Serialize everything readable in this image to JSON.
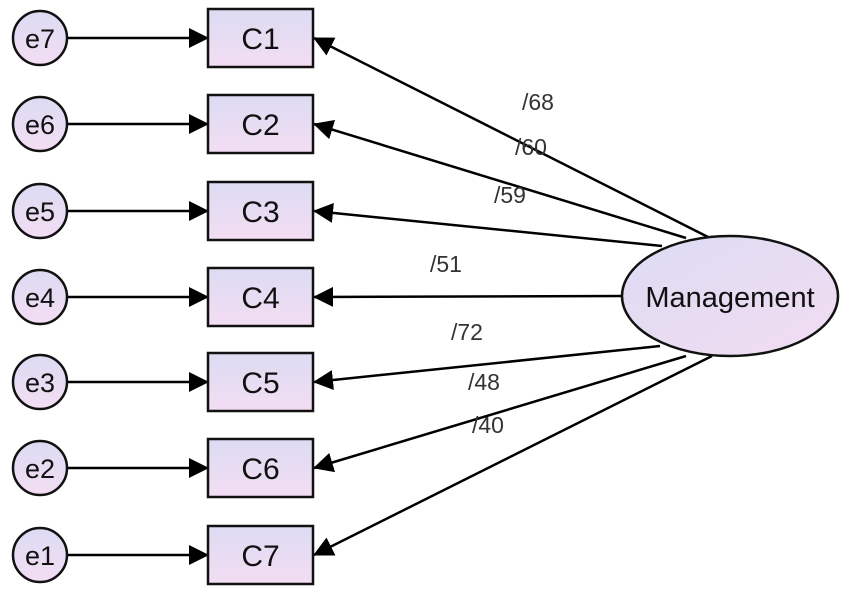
{
  "latent": {
    "label": "Management"
  },
  "indicators": [
    {
      "label": "C1",
      "error": "e7",
      "loading": "/68"
    },
    {
      "label": "C2",
      "error": "e6",
      "loading": "/60"
    },
    {
      "label": "C3",
      "error": "e5",
      "loading": "/59"
    },
    {
      "label": "C4",
      "error": "e4",
      "loading": "/51"
    },
    {
      "label": "C5",
      "error": "e3",
      "loading": "/72"
    },
    {
      "label": "C6",
      "error": "e2",
      "loading": "/48"
    },
    {
      "label": "C7",
      "error": "e1",
      "loading": "/40"
    }
  ],
  "colors": {
    "fill_top": "#d9d9f2",
    "fill_bottom": "#f2dcf2",
    "stroke": "#111111"
  }
}
